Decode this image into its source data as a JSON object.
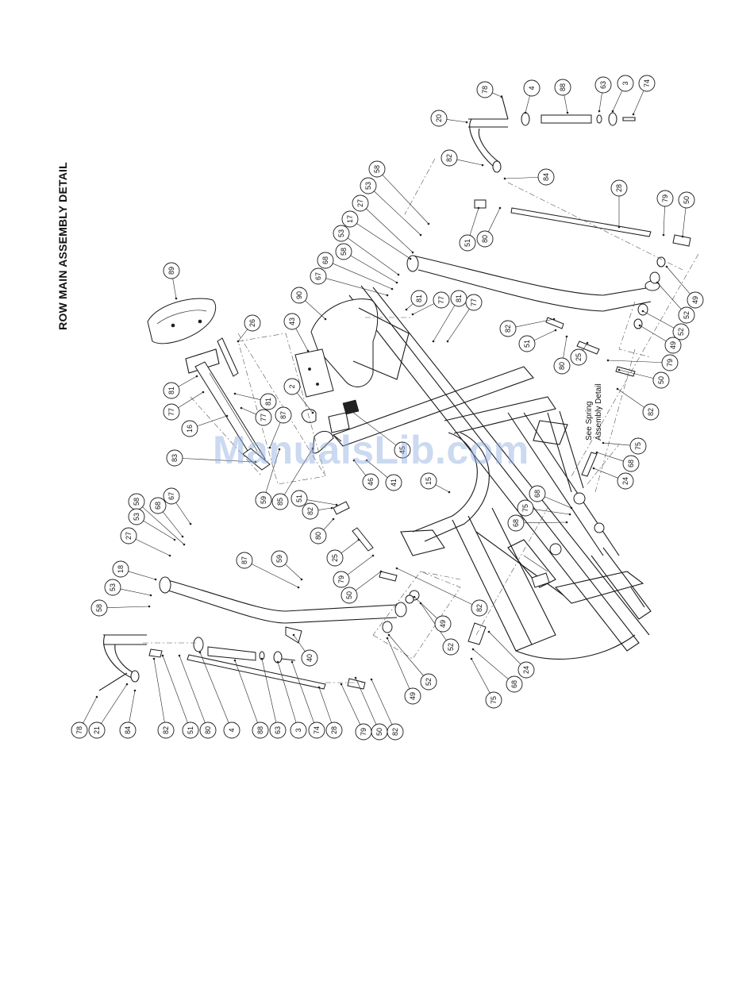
{
  "page": {
    "title": "ROW MAIN ASSEMBLY DETAIL",
    "watermark": "ManualsLib.com",
    "note_line1": "See Spring",
    "note_line2": "Assembly Detail"
  },
  "callouts": [
    {
      "label": "78"
    },
    {
      "label": "4"
    },
    {
      "label": "88"
    },
    {
      "label": "63"
    },
    {
      "label": "3"
    },
    {
      "label": "74"
    },
    {
      "label": "20"
    },
    {
      "label": "82"
    },
    {
      "label": "84"
    },
    {
      "label": "28"
    },
    {
      "label": "79"
    },
    {
      "label": "50"
    },
    {
      "label": "51"
    },
    {
      "label": "80"
    },
    {
      "label": "58"
    },
    {
      "label": "53"
    },
    {
      "label": "27"
    },
    {
      "label": "17"
    },
    {
      "label": "53"
    },
    {
      "label": "58"
    },
    {
      "label": "68"
    },
    {
      "label": "67"
    },
    {
      "label": "49"
    },
    {
      "label": "52"
    },
    {
      "label": "52"
    },
    {
      "label": "49"
    },
    {
      "label": "89"
    },
    {
      "label": "90"
    },
    {
      "label": "81"
    },
    {
      "label": "77"
    },
    {
      "label": "81"
    },
    {
      "label": "77"
    },
    {
      "label": "82"
    },
    {
      "label": "51"
    },
    {
      "label": "80"
    },
    {
      "label": "25"
    },
    {
      "label": "79"
    },
    {
      "label": "50"
    },
    {
      "label": "82"
    },
    {
      "label": "26"
    },
    {
      "label": "43"
    },
    {
      "label": "2"
    },
    {
      "label": "81"
    },
    {
      "label": "77"
    },
    {
      "label": "81"
    },
    {
      "label": "77"
    },
    {
      "label": "16"
    },
    {
      "label": "87"
    },
    {
      "label": "83"
    },
    {
      "label": "59"
    },
    {
      "label": "85"
    },
    {
      "label": "45"
    },
    {
      "label": "46"
    },
    {
      "label": "41"
    },
    {
      "label": "15"
    },
    {
      "label": "75"
    },
    {
      "label": "68"
    },
    {
      "label": "24"
    },
    {
      "label": "68"
    },
    {
      "label": "75"
    },
    {
      "label": "68"
    },
    {
      "label": "51"
    },
    {
      "label": "82"
    },
    {
      "label": "80"
    },
    {
      "label": "25"
    },
    {
      "label": "79"
    },
    {
      "label": "50"
    },
    {
      "label": "82"
    },
    {
      "label": "49"
    },
    {
      "label": "52"
    },
    {
      "label": "52"
    },
    {
      "label": "49"
    },
    {
      "label": "24"
    },
    {
      "label": "68"
    },
    {
      "label": "75"
    },
    {
      "label": "87"
    },
    {
      "label": "59"
    },
    {
      "label": "40"
    },
    {
      "label": "58"
    },
    {
      "label": "68"
    },
    {
      "label": "67"
    },
    {
      "label": "53"
    },
    {
      "label": "27"
    },
    {
      "label": "18"
    },
    {
      "label": "53"
    },
    {
      "label": "58"
    },
    {
      "label": "78"
    },
    {
      "label": "21"
    },
    {
      "label": "84"
    },
    {
      "label": "82"
    },
    {
      "label": "51"
    },
    {
      "label": "80"
    },
    {
      "label": "4"
    },
    {
      "label": "88"
    },
    {
      "label": "63"
    },
    {
      "label": "3"
    },
    {
      "label": "74"
    },
    {
      "label": "28"
    },
    {
      "label": "79"
    },
    {
      "label": "50"
    },
    {
      "label": "82"
    }
  ]
}
